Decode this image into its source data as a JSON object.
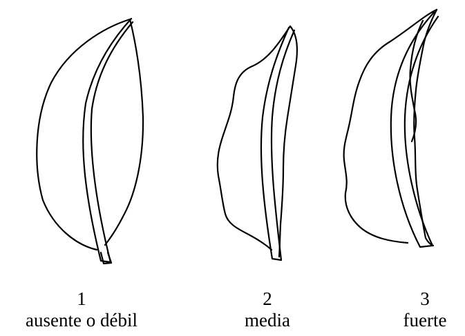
{
  "panels": [
    {
      "number": "1",
      "label": "ausente o débil"
    },
    {
      "number": "2",
      "label": "media"
    },
    {
      "number": "3",
      "label": "fuerte"
    }
  ]
}
